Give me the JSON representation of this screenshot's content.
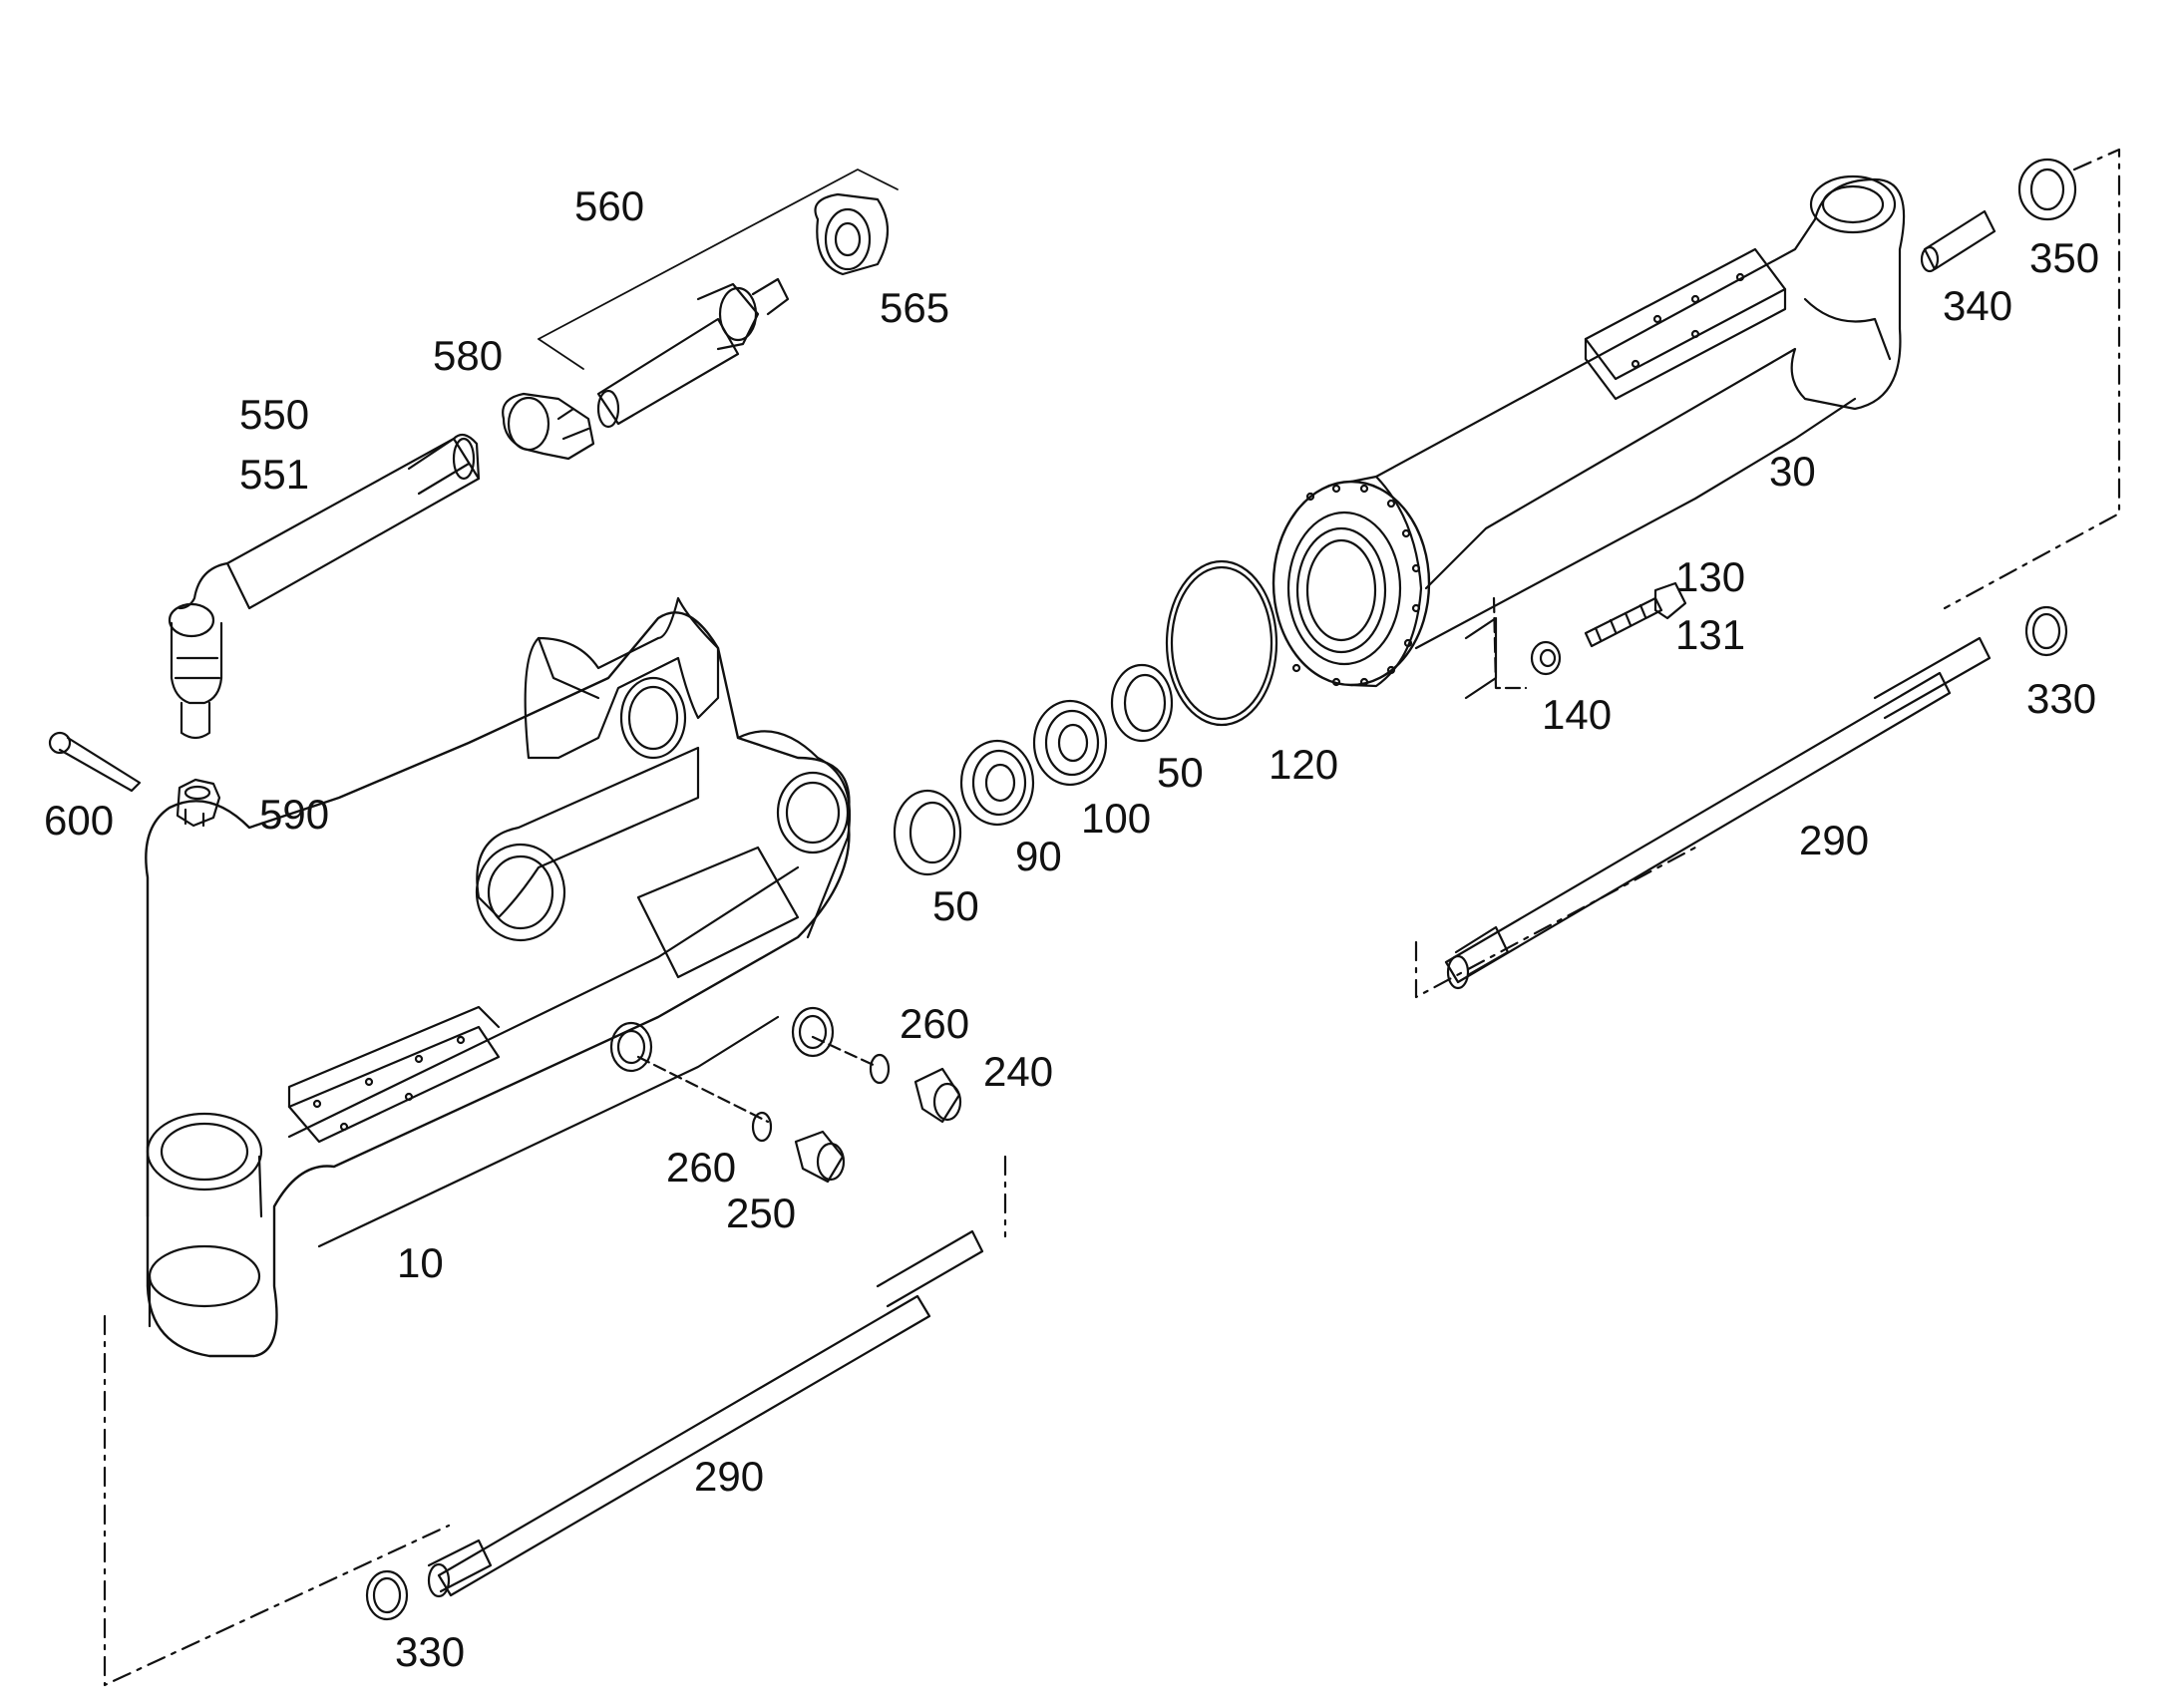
{
  "labels": {
    "p560": "560",
    "p565": "565",
    "p580": "580",
    "p550": "550",
    "p551": "551",
    "p600": "600",
    "p590": "590",
    "p10": "10",
    "p30": "30",
    "p350": "350",
    "p340": "340",
    "p130": "130",
    "p131": "131",
    "p140": "140",
    "p120": "120",
    "p50a": "50",
    "p50b": "50",
    "p90": "90",
    "p100": "100",
    "p260a": "260",
    "p240": "240",
    "p260b": "260",
    "p250": "250",
    "p290a": "290",
    "p290b": "290",
    "p330a": "330",
    "p330b": "330"
  },
  "colors": {
    "line": "#111111",
    "background": "#ffffff"
  }
}
